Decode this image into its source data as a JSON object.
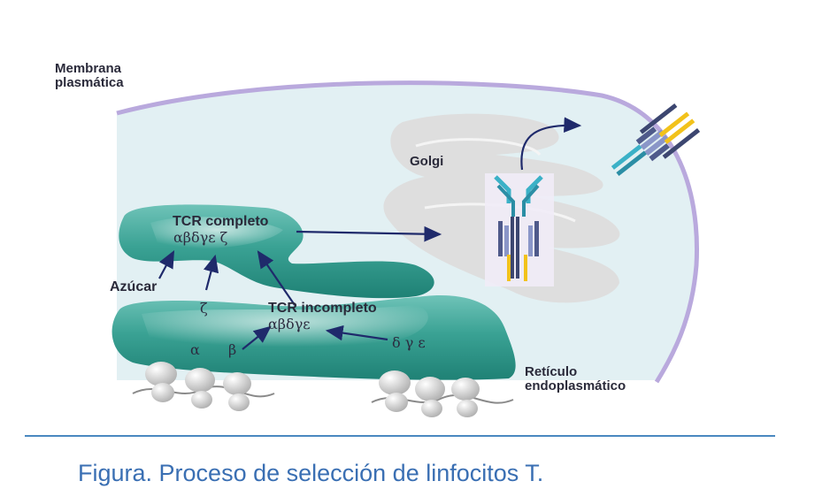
{
  "labels": {
    "membrana_line1": "Membrana",
    "membrana_line2": "plasmática",
    "golgi": "Golgi",
    "tcr_completo": "TCR completo",
    "tcr_completo_chains": "αβδγε ζ",
    "azucar": "Azúcar",
    "zeta": "ζ",
    "tcr_incompleto": "TCR incompleto",
    "tcr_incompleto_chains": "αβδγε",
    "alpha": "α",
    "beta": "β",
    "dge": "δ γ ε",
    "reticulo_line1": "Retículo",
    "reticulo_line2": "endoplasmático"
  },
  "caption": "Figura. Proceso de selección de linfocitos T.",
  "colors": {
    "cell": "#e2f0f3",
    "membrane": "#b9a9dd",
    "er": "#2e9a8e",
    "golgi": "#dedede",
    "arrow": "#1f2a6b",
    "caption": "#3a6fb3",
    "rule": "#4a88c0"
  }
}
